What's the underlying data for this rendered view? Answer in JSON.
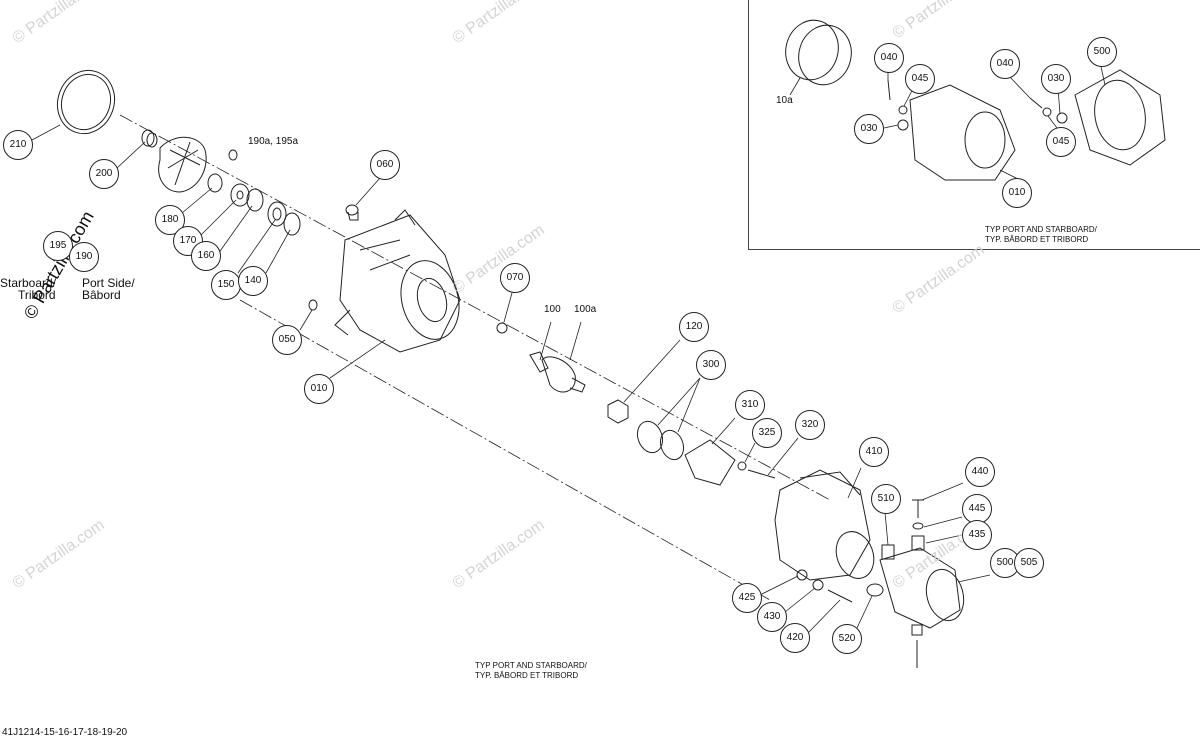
{
  "watermark": "© Partzilla.com",
  "drawing_code": "41J1214-15-16-17-18-19-20",
  "main_note": [
    "TYP PORT AND STARBOARD/",
    "TYP. BÂBORD ET TRIBORD"
  ],
  "inset_note": [
    "TYP PORT AND STARBOARD/",
    "TYP. BÂBORD ET TRIBORD"
  ],
  "side_labels": {
    "starboard": [
      "Starboard/",
      "Tribord"
    ],
    "port": [
      "Port Side/",
      "Bâbord"
    ]
  },
  "callouts": {
    "c210": "210",
    "c200": "200",
    "c180": "180",
    "c170": "170",
    "c160": "160",
    "c150": "150",
    "c140": "140",
    "c195": "195",
    "c190": "190",
    "c060": "060",
    "c070": "070",
    "c050": "050",
    "c010": "010",
    "c120": "120",
    "c300": "300",
    "c310": "310",
    "c320": "320",
    "c325": "325",
    "c410": "410",
    "c440": "440",
    "c445": "445",
    "c435": "435",
    "c510": "510",
    "c500": "500",
    "c505": "505",
    "c425": "425",
    "c430": "430",
    "c420": "420",
    "c520": "520",
    "i040a": "040",
    "i045a": "045",
    "i030a": "030",
    "i010": "010",
    "i040b": "040",
    "i030b": "030",
    "i045b": "045",
    "i500": "500"
  },
  "plain_labels": {
    "p190a195a": "190a, 195a",
    "p100": "100",
    "p100a": "100a",
    "p10a": "10a"
  }
}
